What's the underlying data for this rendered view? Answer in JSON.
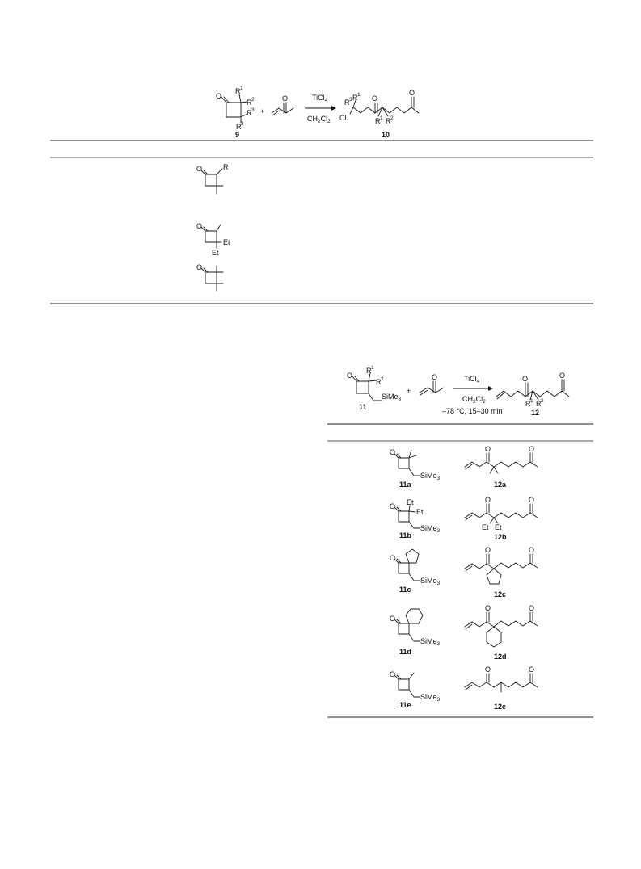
{
  "table1": {
    "scheme": {
      "reactant_label": "9",
      "reactant_atoms": {
        "o": "O",
        "r1": "R",
        "r1_sub": "1",
        "r2": "R",
        "r2_sub": "2",
        "r3a": "R",
        "r3a_sub": "3",
        "r3b": "R",
        "r3b_sub": "3"
      },
      "plus": "+",
      "enone_atom": "O",
      "reagent_top": "TiCl",
      "reagent_top_sub": "4",
      "reagent_bottom_a": "CH",
      "reagent_bottom_sub1": "2",
      "reagent_bottom_b": "Cl",
      "reagent_bottom_sub2": "2",
      "product_label": "10",
      "product_atoms": {
        "r1": "R",
        "r1_sub": "1",
        "r2": "R",
        "r2_sub": "2",
        "r3": "R",
        "r3_sub": "3",
        "r1p": "R",
        "r1p_sub": "1",
        "cl": "Cl",
        "o1": "O",
        "o2": "O"
      }
    },
    "rows": [
      {
        "atoms": {
          "o": "O",
          "r": "R"
        }
      },
      {
        "atoms": {
          "o": "O",
          "et1": "Et",
          "et2": "Et"
        }
      },
      {
        "atoms": {
          "o": "O"
        }
      }
    ]
  },
  "table2": {
    "scheme": {
      "reactant_label": "11",
      "reactant_atoms": {
        "o": "O",
        "r1": "R",
        "r1_sub": "1",
        "r2": "R",
        "r2_sub": "2",
        "sime3": "SiMe",
        "sime3_sub": "3"
      },
      "plus": "+",
      "enone_atom": "O",
      "reagent_top": "TiCl",
      "reagent_top_sub": "4",
      "reagent_mid_a": "CH",
      "reagent_mid_sub1": "2",
      "reagent_mid_b": "Cl",
      "reagent_mid_sub2": "2",
      "reagent_bottom": "–78 °C, 15–30 min",
      "product_label": "12",
      "product_atoms": {
        "o1": "O",
        "o2": "O",
        "r1": "R",
        "r1_sub": "1",
        "r2": "R",
        "r2_sub": "2"
      }
    },
    "rows": [
      {
        "substrate": "11a",
        "product": "12a",
        "sime3": "SiMe",
        "sime3_sub": "3",
        "o": "O",
        "po1": "O",
        "po2": "O"
      },
      {
        "substrate": "11b",
        "product": "12b",
        "sime3": "SiMe",
        "sime3_sub": "3",
        "o": "O",
        "po1": "O",
        "po2": "O",
        "et1": "Et",
        "et2": "Et",
        "et3": "Et"
      },
      {
        "substrate": "11c",
        "product": "12c",
        "sime3": "SiMe",
        "sime3_sub": "3",
        "o": "O",
        "po1": "O",
        "po2": "O"
      },
      {
        "substrate": "11d",
        "product": "12d",
        "sime3": "SiMe",
        "sime3_sub": "3",
        "o": "O",
        "po1": "O",
        "po2": "O"
      },
      {
        "substrate": "11e",
        "product": "12e",
        "sime3": "SiMe",
        "sime3_sub": "3",
        "o": "O",
        "po1": "O",
        "po2": "O"
      }
    ]
  }
}
